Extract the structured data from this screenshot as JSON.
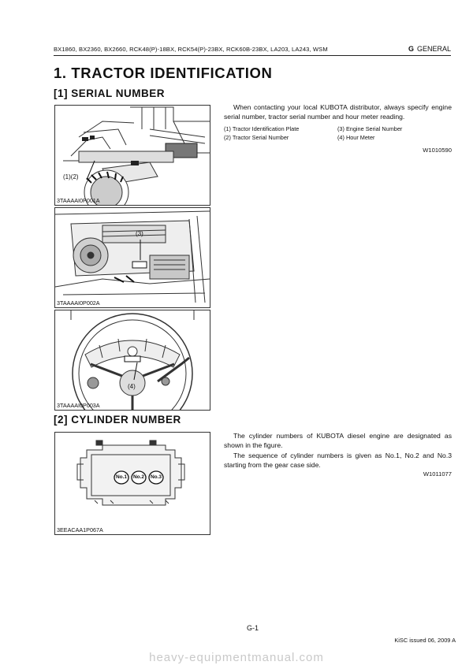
{
  "header": {
    "models": "BX1860,  BX2360,  BX2660,  RCK48(P)-18BX,  RCK54(P)-23BX,  RCK60B-23BX,  LA203,  LA243, WSM",
    "section_letter": "G",
    "section_name": "GENERAL"
  },
  "main_title": "1.  TRACTOR IDENTIFICATION",
  "serial_number": {
    "heading": "[1]  SERIAL  NUMBER",
    "intro": "When contacting your local KUBOTA distributor, always specify engine serial number, tractor serial number and hour meter reading.",
    "legend": [
      "(1)  Tractor Identification Plate",
      "(2)  Tractor Serial Number",
      "(3)  Engine Serial Number",
      "(4)  Hour Meter"
    ],
    "code": "W1010590",
    "figures": [
      {
        "code": "3TAAAAI0P001A",
        "callout": "(1)(2)"
      },
      {
        "code": "3TAAAAI0P002A",
        "callout": "(3)"
      },
      {
        "code": "3TAAAAI0P003A",
        "callout": "(4)"
      }
    ]
  },
  "cylinder_number": {
    "heading": "[2]  CYLINDER  NUMBER",
    "para1": "The cylinder numbers of KUBOTA diesel engine are designated as shown in the figure.",
    "para2": "The sequence of cylinder numbers is given as No.1, No.2 and No.3 starting from the gear case side.",
    "code": "W1011077",
    "figure": {
      "code": "3EEACAA1P067A",
      "labels": [
        "No.1",
        "No.2",
        "No.3"
      ]
    }
  },
  "footer": {
    "page": "G-1",
    "issued": "KiSC issued 06, 2009 A",
    "watermark": "heavy-equipmentmanual.com"
  }
}
